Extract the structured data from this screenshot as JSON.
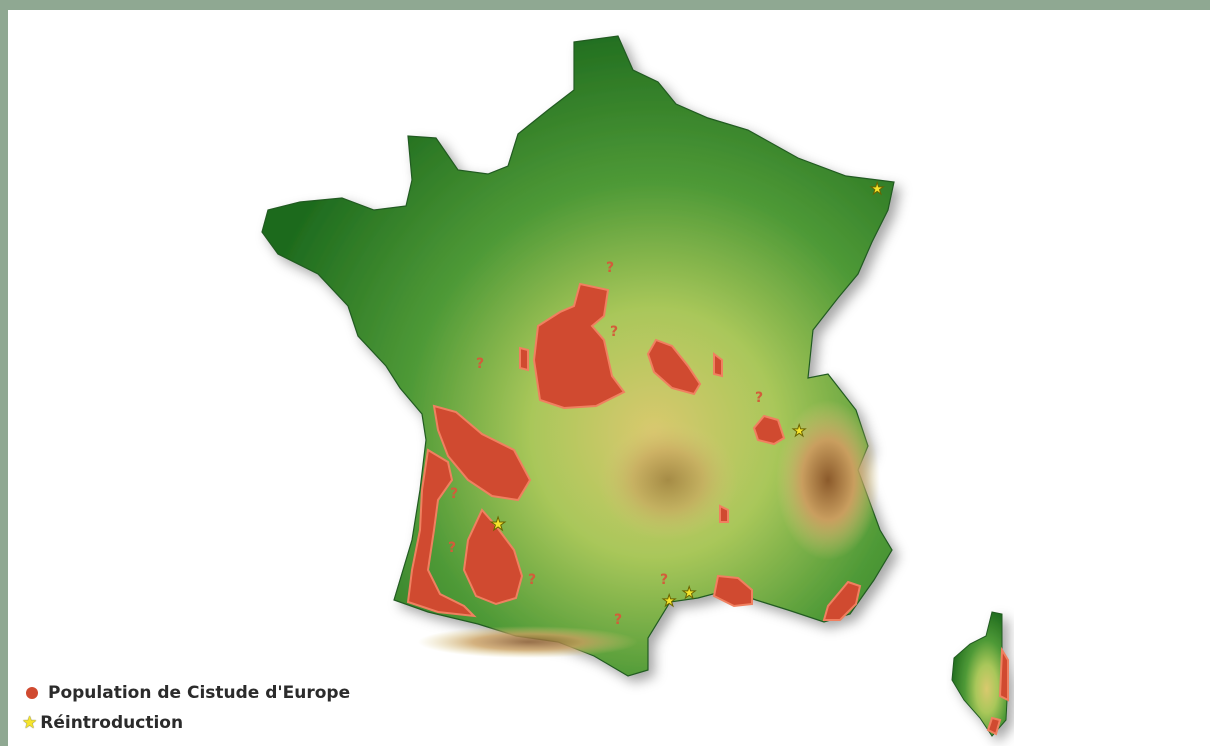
{
  "legend": {
    "population_label": "Population de Cistude d'Europe",
    "population_color": "#d04a30",
    "population_icon": "red-dot-icon",
    "reintroduction_label": "Réintroduction",
    "reintroduction_color": "#f6e52b",
    "reintroduction_icon": "star-icon"
  },
  "map": {
    "country": "France",
    "question_mark": "?"
  }
}
